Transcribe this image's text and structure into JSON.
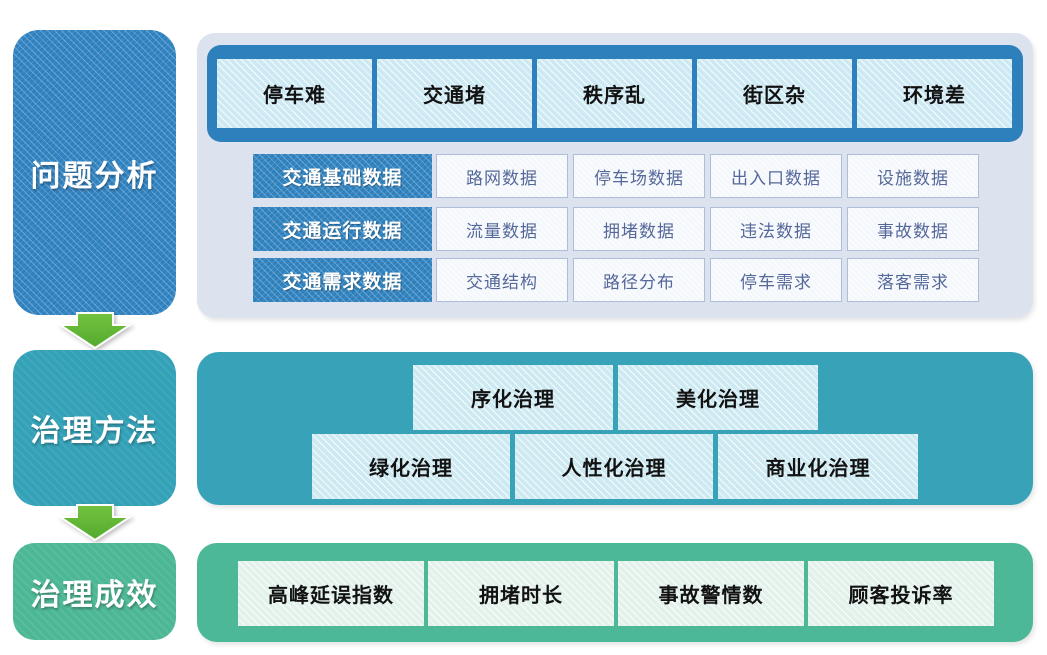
{
  "stages": [
    {
      "label": "问题分析"
    },
    {
      "label": "治理方法"
    },
    {
      "label": "治理成效"
    }
  ],
  "problems": [
    "停车难",
    "交通堵",
    "秩序乱",
    "街区杂",
    "环境差"
  ],
  "data_rows": [
    {
      "category": "交通基础数据",
      "items": [
        "路网数据",
        "停车场数据",
        "出入口数据",
        "设施数据"
      ]
    },
    {
      "category": "交通运行数据",
      "items": [
        "流量数据",
        "拥堵数据",
        "违法数据",
        "事故数据"
      ]
    },
    {
      "category": "交通需求数据",
      "items": [
        "交通结构",
        "路径分布",
        "停车需求",
        "落客需求"
      ]
    }
  ],
  "methods": {
    "top_row": [
      "序化治理",
      "美化治理"
    ],
    "bottom_row": [
      "绿化治理",
      "人性化治理",
      "商业化治理"
    ]
  },
  "metrics": [
    "高峰延误指数",
    "拥堵时长",
    "事故警情数",
    "顾客投诉率"
  ],
  "colors": {
    "primary_blue": "#2e80bd",
    "light_blue_box": "#cde9f4",
    "panel_gray": "#dde3ee",
    "teal": "#38a2b8",
    "green": "#4cb897",
    "arrow_green": "#5fb33a",
    "cell_text": "#55689a"
  }
}
